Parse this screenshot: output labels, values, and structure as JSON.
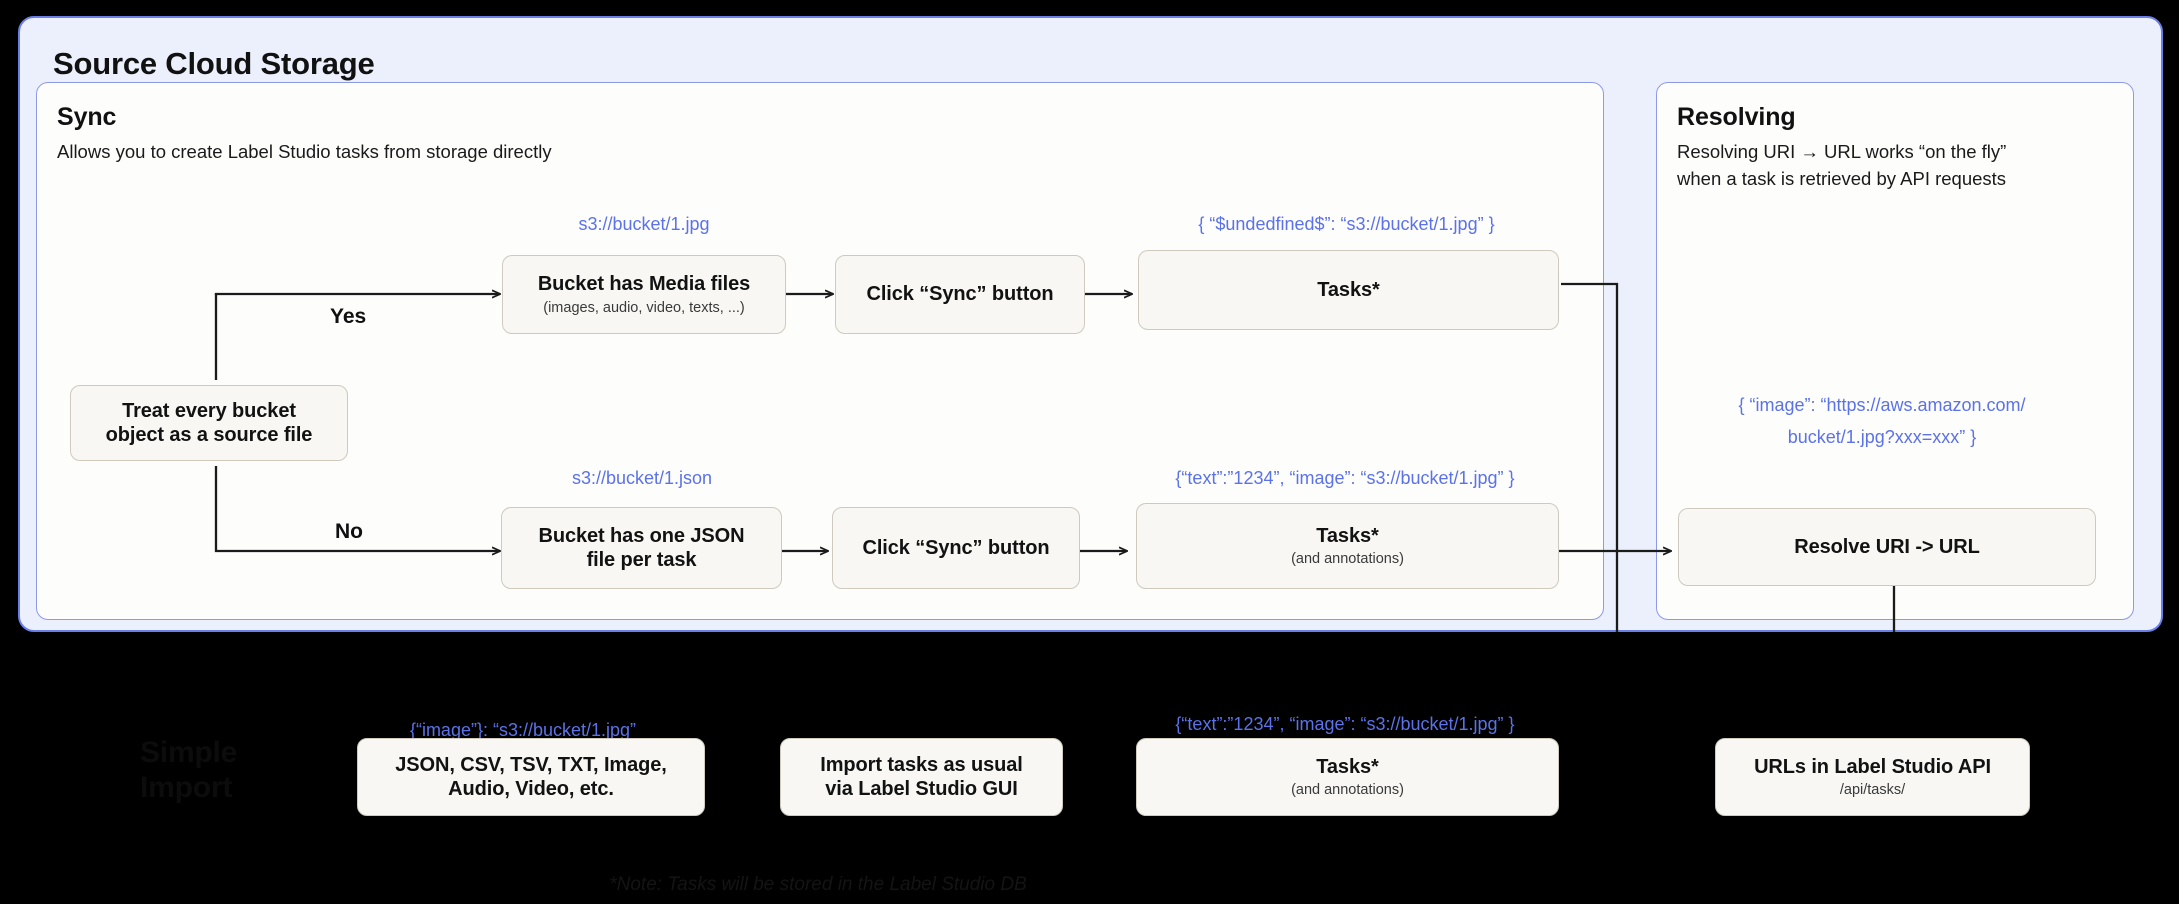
{
  "colors": {
    "panel_bg": "#eceffc",
    "panel_border": "#6b7fe8",
    "card_bg": "#fdfdfc",
    "card_border": "#8d9ae8",
    "node_bg": "#f8f7f4",
    "node_border": "#cfcabd",
    "accent_blue": "#5b72e8",
    "bottom_band": "#000000"
  },
  "outer_panel": {
    "title": "Source Cloud Storage"
  },
  "sync_card": {
    "title": "Sync",
    "subtitle": "Allows you to create Label Studio tasks from storage directly",
    "decision_node": {
      "line1": "Treat every bucket",
      "line2": "object as a source file"
    },
    "branches": [
      {
        "label": "Yes"
      },
      {
        "label": "No"
      }
    ],
    "row_media": {
      "uri_note": "s3://bucket/1.jpg",
      "node1_main": "Bucket has Media files",
      "node1_sub": "(images, audio, video, texts, ...)",
      "node2_main": "Click “Sync” button",
      "tasks_note": "{ “$undedfined$”: “s3://bucket/1.jpg” }",
      "tasks_main": "Tasks*",
      "tasks_sub": ""
    },
    "row_json": {
      "uri_note": "s3://bucket/1.json",
      "node1_main_line1": "Bucket has one JSON",
      "node1_main_line2": "file per task",
      "node2_main": "Click “Sync” button",
      "tasks_note": "{“text”:”1234”,  “image”: “s3://bucket/1.jpg” }",
      "tasks_main": "Tasks*",
      "tasks_sub": "(and annotations)"
    }
  },
  "resolving_card": {
    "title": "Resolving",
    "subtitle_line1": "Resolving URI → URL works “on the fly”",
    "subtitle_line2": "when a task is retrieved by API requests",
    "url_note_line1": "{ “image”: “https://aws.amazon.com/",
    "url_note_line2": "bucket/1.jpg?xxx=xxx” }",
    "node_main": "Resolve URI -> URL"
  },
  "bottom": {
    "watermark_line1": "Simple",
    "watermark_line2": "Import",
    "import_note": "{“image”}: “s3://bucket/1.jpg”",
    "formats_line1": "JSON, CSV, TSV, TXT, Image,",
    "formats_line2": "Audio, Video, etc.",
    "import_line1": "Import tasks as usual",
    "import_line2": "via Label Studio GUI",
    "tasks_note": "{“text”:”1234”,  “image”: “s3://bucket/1.jpg” }",
    "tasks_main": "Tasks*",
    "tasks_sub": "(and annotations)",
    "api_main": "URLs in Label Studio API",
    "api_sub": "/api/tasks/",
    "footnote": "*Note: Tasks will be stored in the Label Studio DB"
  }
}
